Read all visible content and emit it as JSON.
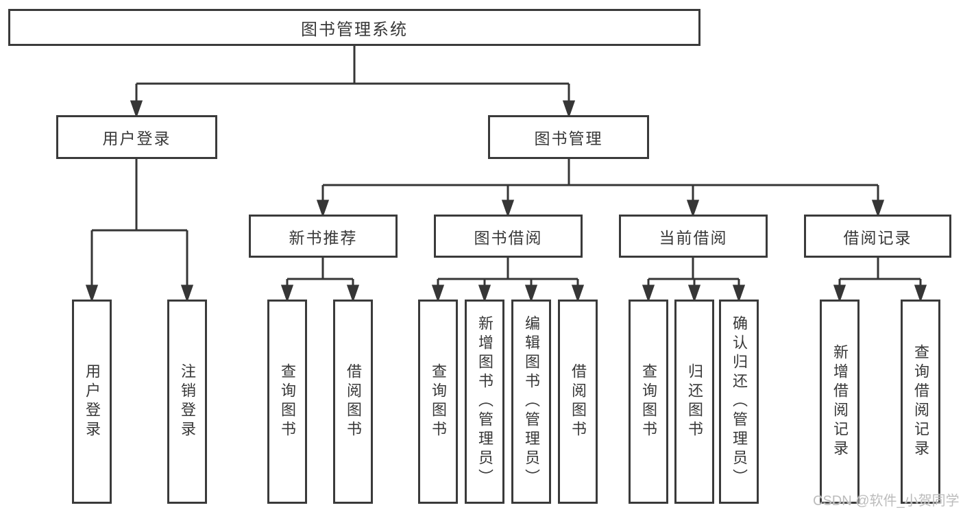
{
  "tree": {
    "label": "图书管理系统",
    "children": [
      {
        "label": "用户登录",
        "children": [
          {
            "label": "用户登录"
          },
          {
            "label": "注销登录"
          }
        ]
      },
      {
        "label": "图书管理",
        "children": [
          {
            "label": "新书推荐",
            "children": [
              {
                "label": "查询图书"
              },
              {
                "label": "借阅图书"
              }
            ]
          },
          {
            "label": "图书借阅",
            "children": [
              {
                "label": "查询图书"
              },
              {
                "label": "新增图书（管理员）"
              },
              {
                "label": "编辑图书（管理员）"
              },
              {
                "label": "借阅图书"
              }
            ]
          },
          {
            "label": "当前借阅",
            "children": [
              {
                "label": "查询图书"
              },
              {
                "label": "归还图书"
              },
              {
                "label": "确认归还（管理员）"
              }
            ]
          },
          {
            "label": "借阅记录",
            "children": [
              {
                "label": "新增借阅记录"
              },
              {
                "label": "查询借阅记录"
              }
            ]
          }
        ]
      }
    ]
  },
  "watermark": "CSDN @软件_小贺同学",
  "colors": {
    "background": "#ffffff",
    "box_border": "#3a3a3a",
    "line": "#363636",
    "text": "#383838",
    "watermark": "#bcbcbc"
  }
}
